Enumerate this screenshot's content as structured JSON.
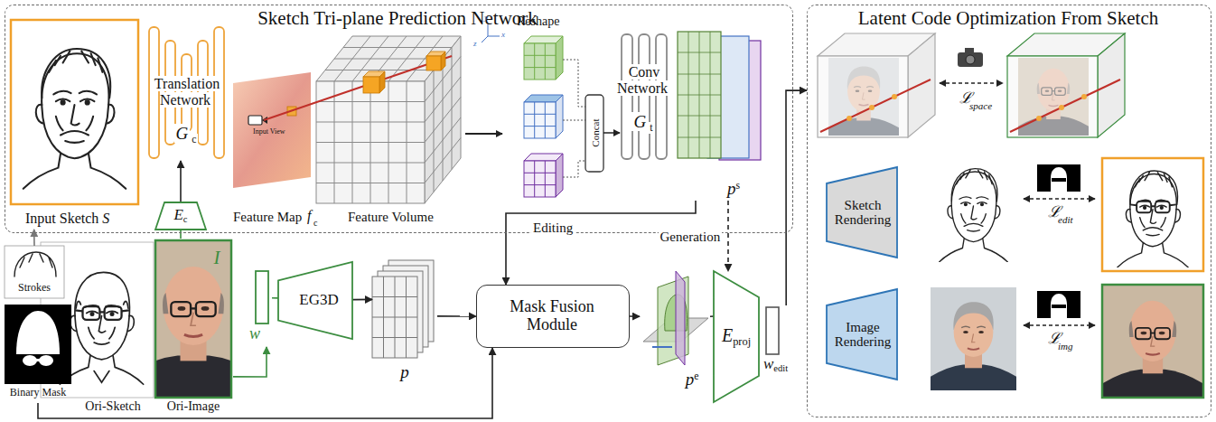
{
  "diagram": {
    "nodes": [
      {
        "text": [
          "Sketch Tri-plane Prediction Network"
        ]
      },
      {
        "text": [
          "Input Sketch",
          "S"
        ],
        "in": 0
      },
      {
        "text": [
          "Translation Network",
          "G",
          "c"
        ],
        "in": 0
      },
      {
        "text": [
          "Conv Network",
          "G",
          "t"
        ],
        "in": 0
      },
      {
        "text": [
          "Latent Code Optimization From Sketch"
        ]
      },
      {
        "text": [
          "Sketch Rendering"
        ],
        "in": 4
      },
      {
        "text": [
          "Image Rendering"
        ],
        "in": 4
      },
      {
        "text": [
          "E",
          "c"
        ]
      },
      {
        "text": [
          "Strokes"
        ]
      },
      {
        "text": [
          "Binary Mask"
        ]
      },
      {
        "text": [
          "Ori-Sketch"
        ]
      },
      {
        "text": [
          "Ori-Image",
          "I"
        ]
      },
      {
        "text": [
          "w"
        ]
      },
      {
        "text": [
          "EG3D"
        ]
      },
      {
        "text": [
          "Mask Fusion Module"
        ]
      },
      {
        "text": [
          "E",
          "proj"
        ]
      },
      {
        "text": [
          "w",
          "edit"
        ]
      },
      {
        "text": [
          "p"
        ]
      },
      {
        "text": [
          "p",
          "s"
        ],
        "in": 0
      },
      {
        "text": [
          "p",
          "e"
        ]
      }
    ],
    "edges": [
      {
        "from": 8,
        "to": 1,
        "arrow": "to"
      },
      {
        "from": 7,
        "to": 2,
        "arrow": "to"
      },
      {
        "from": 11,
        "to": 7,
        "arrow": "none"
      },
      {
        "from": 11,
        "to": 12,
        "arrow": "to"
      },
      {
        "from": 12,
        "to": 13,
        "arrow": "none"
      },
      {
        "from": 13,
        "to": 17,
        "arrow": "to"
      },
      {
        "from": 17,
        "to": 14,
        "arrow": "to"
      },
      {
        "from": 18,
        "to": 14,
        "label": "Editing",
        "arrow": "to"
      },
      {
        "from": 18,
        "to": 15,
        "label": "Generation",
        "arrow": "to"
      },
      {
        "from": 14,
        "to": 19,
        "arrow": "to"
      },
      {
        "from": 19,
        "to": 15,
        "arrow": "none"
      },
      {
        "from": 9,
        "to": 14,
        "arrow": "to"
      },
      {
        "from": 16,
        "to": 4,
        "arrow": "to"
      }
    ],
    "labels": [
      "Feature Map",
      "f",
      "c",
      "Feature Volume",
      "Input View",
      "x",
      "y",
      "z",
      "Reshape",
      "Concat",
      "ℒ",
      "space",
      "ℒ",
      "edit",
      "ℒ",
      "img"
    ]
  }
}
